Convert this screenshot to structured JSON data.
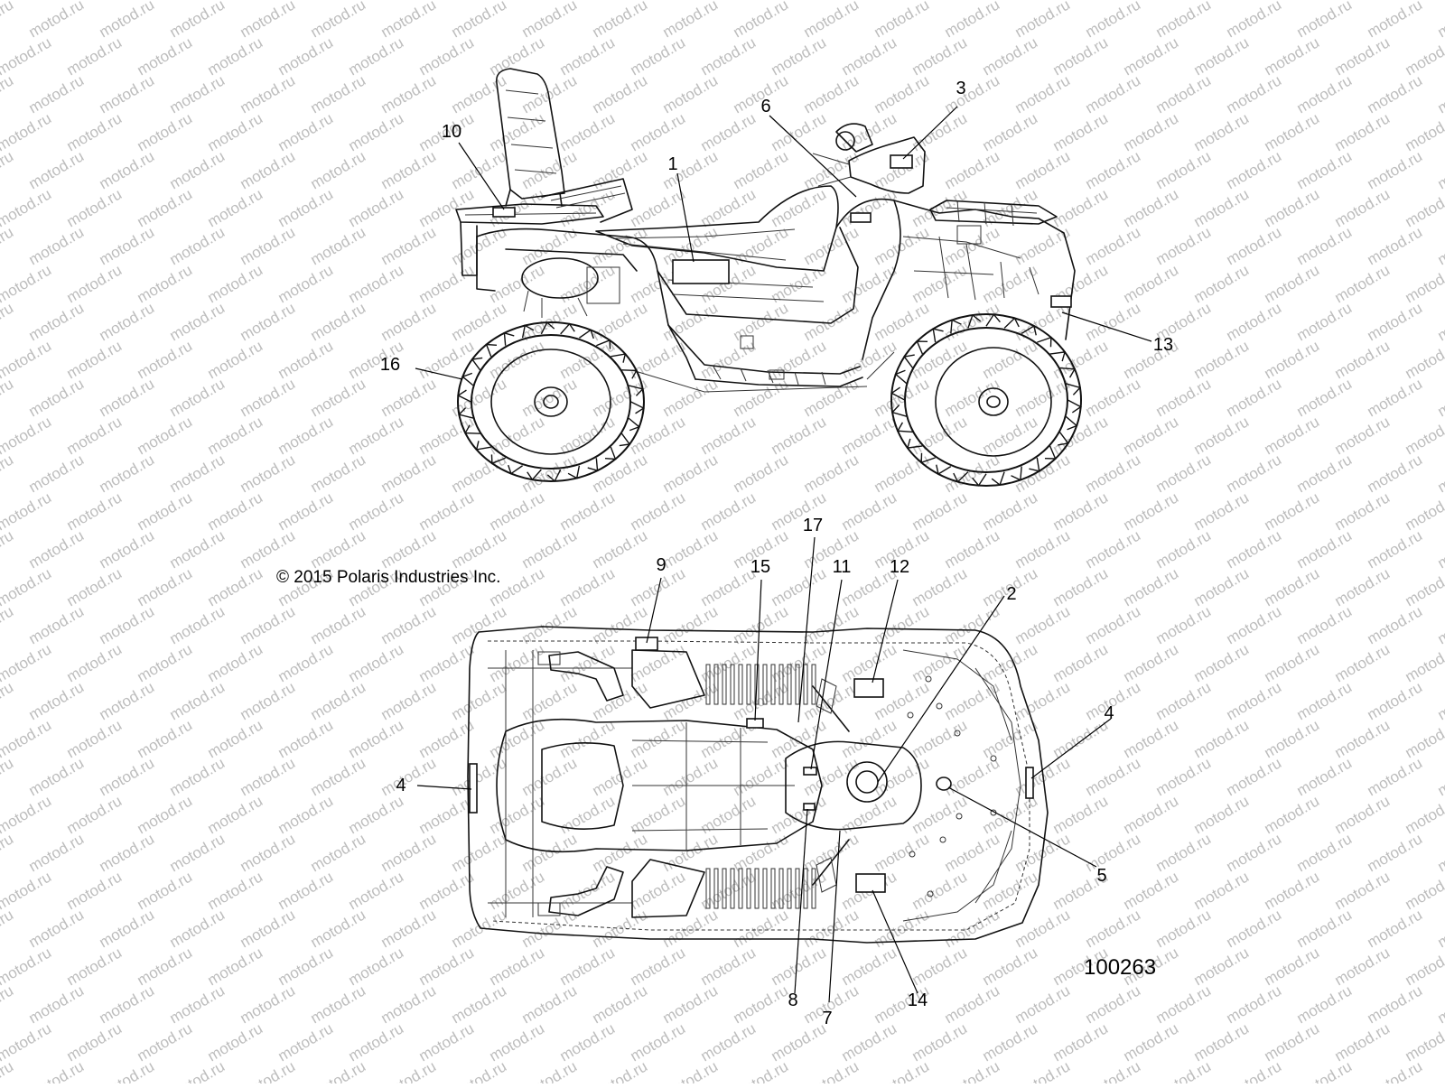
{
  "watermark": "motod.ru",
  "copyright": "© 2015 Polaris Industries Inc.",
  "figure_number": "100263",
  "callouts": [
    "1",
    "2",
    "3",
    "4",
    "4",
    "5",
    "6",
    "7",
    "8",
    "9",
    "10",
    "11",
    "12",
    "13",
    "14",
    "15",
    "16",
    "17"
  ]
}
